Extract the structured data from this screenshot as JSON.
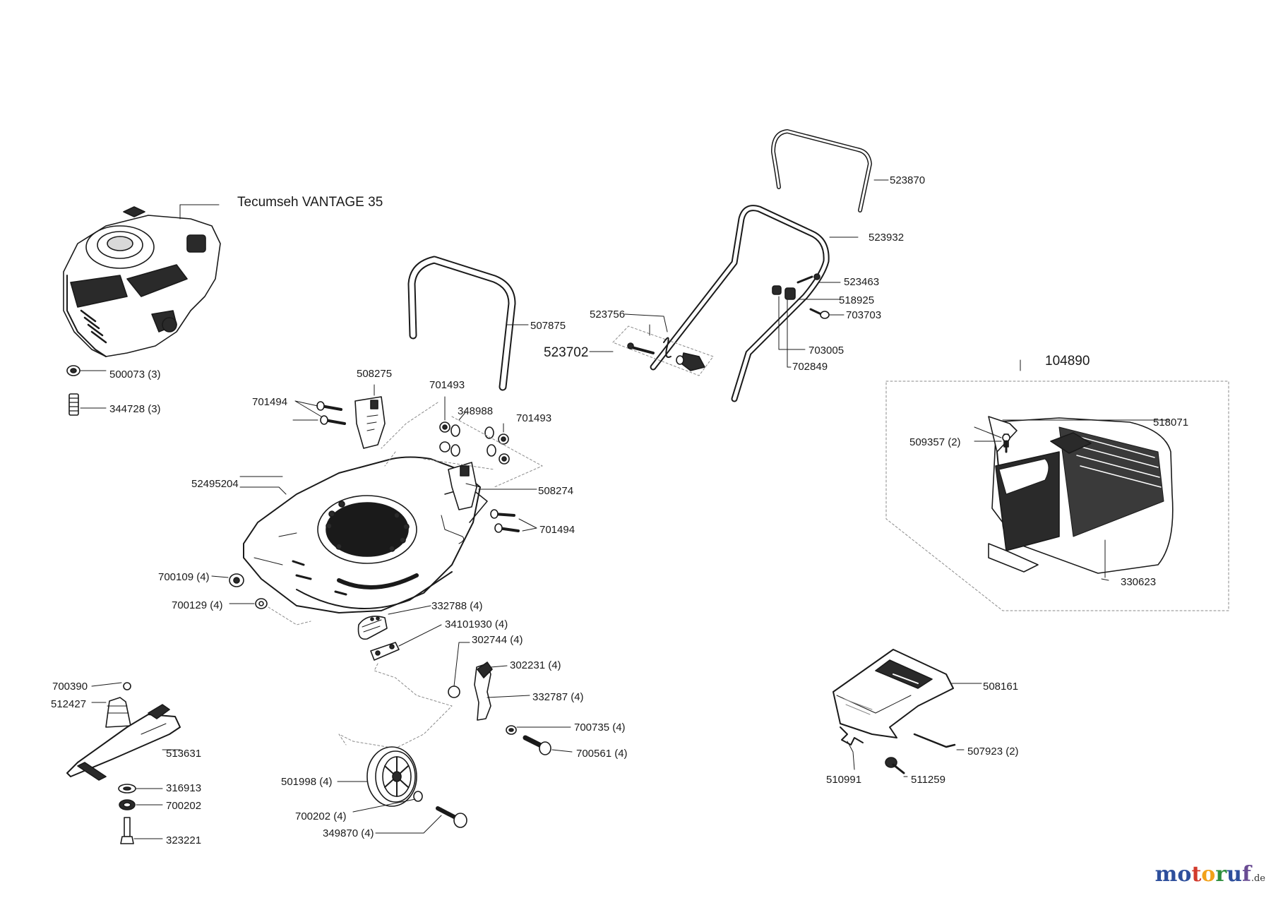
{
  "colors": {
    "line": "#1a1a1a",
    "dashed": "#8a8a8a",
    "logo_letters": [
      "#2e4f9c",
      "#2e4f9c",
      "#d23a2c",
      "#f2a11a",
      "#2e8f3e",
      "#2e4f9c",
      "#6a4c93"
    ]
  },
  "engine_label": "Tecumseh VANTAGE 35",
  "parts": [
    {
      "id": "500073",
      "text": "500073 (3)"
    },
    {
      "id": "344728",
      "text": "344728 (3)"
    },
    {
      "id": "507875",
      "text": "507875"
    },
    {
      "id": "523870",
      "text": "523870"
    },
    {
      "id": "523932",
      "text": "523932"
    },
    {
      "id": "523463",
      "text": "523463"
    },
    {
      "id": "518925",
      "text": "518925"
    },
    {
      "id": "703703",
      "text": "703703"
    },
    {
      "id": "523756",
      "text": "523756"
    },
    {
      "id": "523702",
      "text": "523702"
    },
    {
      "id": "703005",
      "text": "703005"
    },
    {
      "id": "702849",
      "text": "702849"
    },
    {
      "id": "104890",
      "text": "104890"
    },
    {
      "id": "508275",
      "text": "508275"
    },
    {
      "id": "701494a",
      "text": "701494"
    },
    {
      "id": "701493a",
      "text": "701493"
    },
    {
      "id": "348988",
      "text": "348988"
    },
    {
      "id": "701493b",
      "text": "701493"
    },
    {
      "id": "518071",
      "text": "518071"
    },
    {
      "id": "509357",
      "text": "509357 (2)"
    },
    {
      "id": "52495204",
      "text": "52495204"
    },
    {
      "id": "508274",
      "text": "508274"
    },
    {
      "id": "701494b",
      "text": "701494"
    },
    {
      "id": "330623",
      "text": "330623"
    },
    {
      "id": "700109",
      "text": "700109 (4)"
    },
    {
      "id": "700129",
      "text": "700129 (4)"
    },
    {
      "id": "332788",
      "text": "332788 (4)"
    },
    {
      "id": "34101930",
      "text": "34101930 (4)"
    },
    {
      "id": "302744",
      "text": "302744 (4)"
    },
    {
      "id": "302231",
      "text": "302231 (4)"
    },
    {
      "id": "332787",
      "text": "332787 (4)"
    },
    {
      "id": "508161",
      "text": "508161"
    },
    {
      "id": "700390",
      "text": "700390"
    },
    {
      "id": "512427",
      "text": "512427"
    },
    {
      "id": "513631",
      "text": "513631"
    },
    {
      "id": "316913",
      "text": "316913"
    },
    {
      "id": "700202a",
      "text": "700202"
    },
    {
      "id": "323221",
      "text": "323221"
    },
    {
      "id": "700735",
      "text": "700735 (4)"
    },
    {
      "id": "700561",
      "text": "700561 (4)"
    },
    {
      "id": "501998",
      "text": "501998 (4)"
    },
    {
      "id": "700202b",
      "text": "700202 (4)"
    },
    {
      "id": "349870",
      "text": "349870 (4)"
    },
    {
      "id": "507923",
      "text": "507923 (2)"
    },
    {
      "id": "510991",
      "text": "510991"
    },
    {
      "id": "511259",
      "text": "511259"
    }
  ],
  "logo": {
    "letters": [
      "m",
      "o",
      "t",
      "o",
      "r",
      "u",
      "f"
    ],
    "tld": ".de"
  }
}
